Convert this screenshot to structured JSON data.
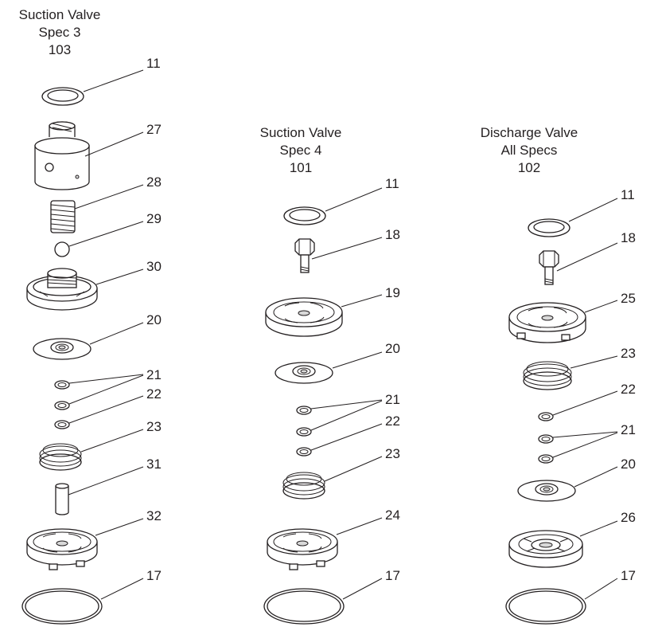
{
  "groups": [
    {
      "title": "Suction Valve",
      "spec": "Spec 3",
      "number": "103",
      "callouts": [
        "11",
        "27",
        "28",
        "29",
        "30",
        "20",
        "21",
        "22",
        "23",
        "31",
        "32",
        "17"
      ]
    },
    {
      "title": "Suction Valve",
      "spec": "Spec 4",
      "number": "101",
      "callouts": [
        "11",
        "18",
        "19",
        "20",
        "21",
        "22",
        "23",
        "24",
        "17"
      ]
    },
    {
      "title": "Discharge Valve",
      "spec": "All Specs",
      "number": "102",
      "callouts": [
        "11",
        "18",
        "25",
        "23",
        "22",
        "21",
        "20",
        "26",
        "17"
      ]
    }
  ]
}
